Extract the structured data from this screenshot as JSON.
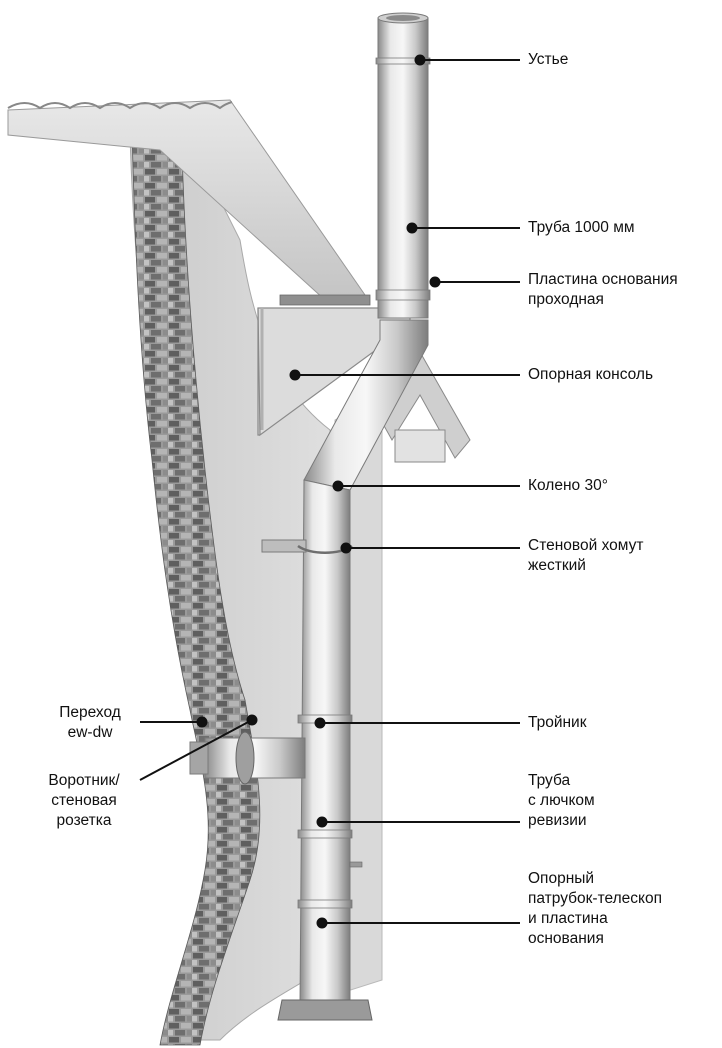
{
  "labels": {
    "ustye": "Устье",
    "pipe1000": "Труба 1000 мм",
    "base_plate": [
      "Пластина основания",
      "проходная"
    ],
    "console": "Опорная консоль",
    "elbow": "Колено 30°",
    "clamp": [
      "Стеновой хомут",
      "жесткий"
    ],
    "transition": [
      "Переход",
      "ew-dw"
    ],
    "collar": [
      "Воротник/",
      "стеновая",
      "розетка"
    ],
    "tee": "Тройник",
    "inspection": [
      "Труба",
      "с лючком",
      "ревизии"
    ],
    "telescope": [
      "Опорный",
      "патрубок-телескоп",
      "и пластина",
      "основания"
    ]
  },
  "colors": {
    "steel_light": "#e6e6e6",
    "steel_mid": "#bdbdbd",
    "steel_dark": "#7a7a7a",
    "wall": "#d3d3d3",
    "brick_dark": "#6b6b6b",
    "brick_light": "#a8a8a8",
    "leader": "#111111"
  }
}
